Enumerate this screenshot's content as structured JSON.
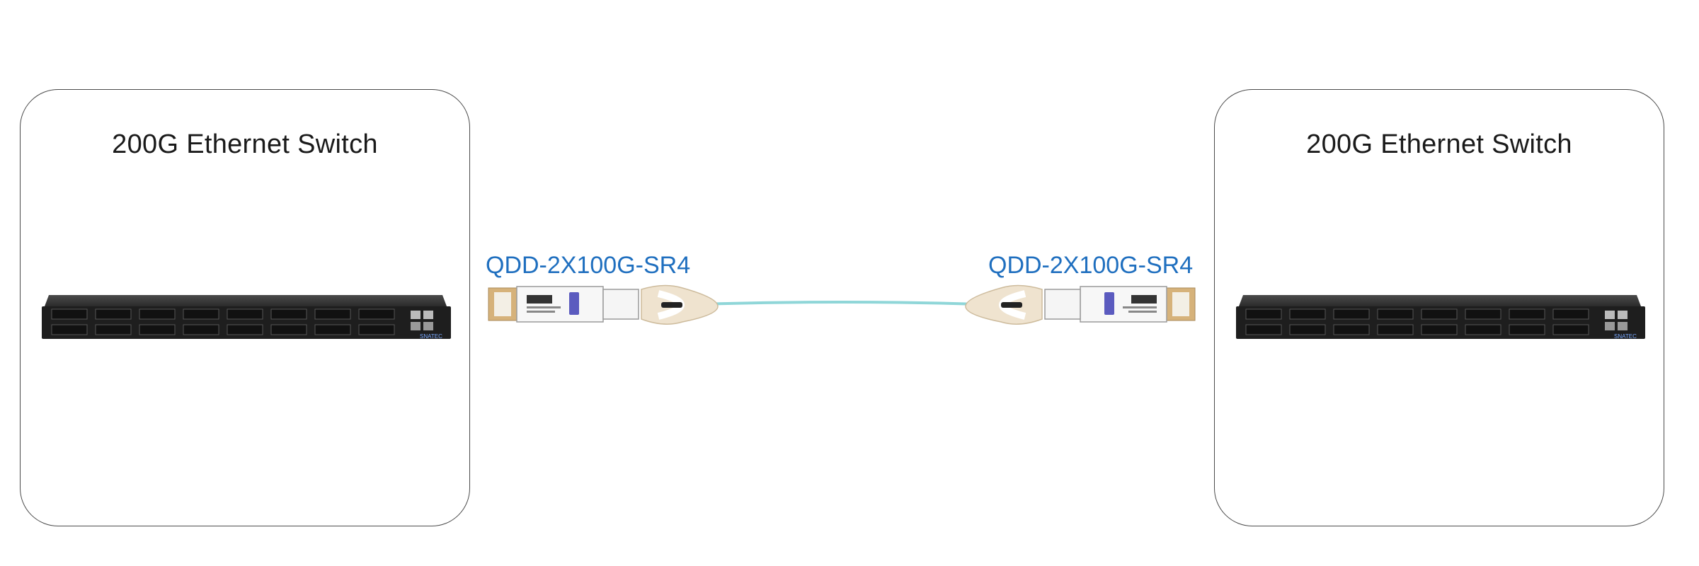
{
  "switches": [
    {
      "title": "200G Ethernet Switch",
      "brand": "SNATEC"
    },
    {
      "title": "200G Ethernet Switch",
      "brand": "SNATEC"
    }
  ],
  "modules": [
    {
      "label": "QDD-2X100G-SR4"
    },
    {
      "label": "QDD-2X100G-SR4"
    }
  ],
  "colors": {
    "fiber": "#8fd6d8",
    "label_text": "#1f6fbf",
    "switch_body": "#2a2a2a",
    "pull_tab": "#efe3cf"
  },
  "icons": {
    "switch": "switch-icon",
    "transceiver": "transceiver-icon"
  }
}
